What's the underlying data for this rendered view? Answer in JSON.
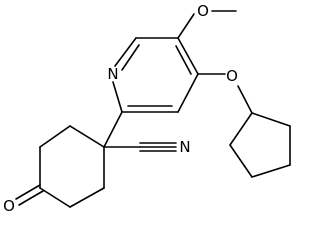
{
  "molecule": {
    "atoms": {
      "ring_nitrogen": "N",
      "methoxy_oxygen": "O",
      "ether_oxygen": "O",
      "ketone_oxygen": "O",
      "nitrile_nitrogen": "N"
    }
  }
}
